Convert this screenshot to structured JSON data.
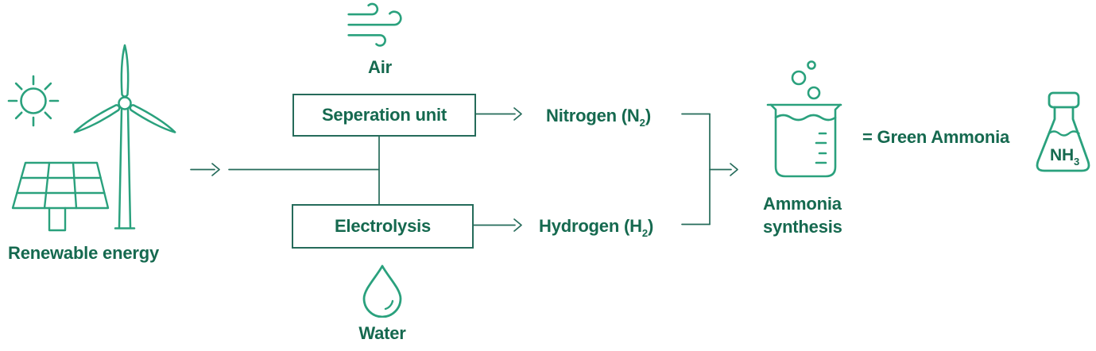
{
  "colors": {
    "icon_green": "#2aa17d",
    "text_green": "#15694f",
    "line_green": "#256b5a",
    "background": "#ffffff"
  },
  "renewable": {
    "label": "Renewable energy",
    "icons": [
      "sun-icon",
      "wind-turbine-icon",
      "solar-panel-icon"
    ]
  },
  "inputs": {
    "air": {
      "label": "Air",
      "icon": "wind-icon"
    },
    "water": {
      "label": "Water",
      "icon": "water-drop-icon"
    }
  },
  "process_units": {
    "separation": {
      "label": "Seperation unit"
    },
    "electrolysis": {
      "label": "Electrolysis"
    }
  },
  "outputs": {
    "nitrogen": {
      "prefix": "Nitrogen (N",
      "subscript": "2",
      "suffix": ")"
    },
    "hydrogen": {
      "prefix": "Hydrogen (H",
      "subscript": "2",
      "suffix": ")"
    }
  },
  "synthesis": {
    "line1": "Ammonia",
    "line2": "synthesis",
    "icon": "beaker-icon"
  },
  "result": {
    "equals_label": "= Green Ammonia",
    "flask_icon": "flask-icon",
    "formula": "NH",
    "formula_subscript": "3"
  }
}
